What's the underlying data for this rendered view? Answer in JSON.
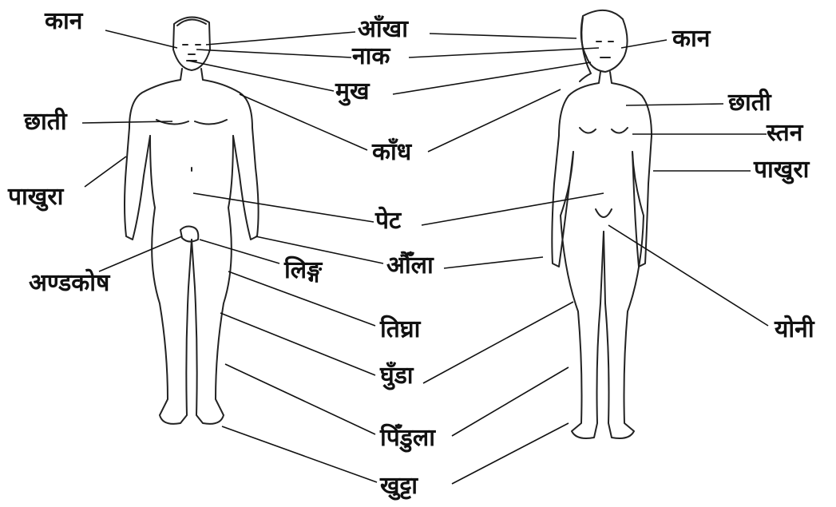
{
  "labels": {
    "male_ear": "कान",
    "eye": "आँखा",
    "female_ear": "कान",
    "nose": "नाक",
    "mouth": "मुख",
    "male_chest": "छाती",
    "female_chest": "छाती",
    "breast": "स्तन",
    "shoulder": "काँध",
    "male_arm": "पाखुरा",
    "female_arm": "पाखुरा",
    "belly": "पेट",
    "finger": "औँला",
    "penis": "लिङ्ग",
    "scrotum": "अण्डकोष",
    "vagina": "योनी",
    "thigh": "तिघ्रा",
    "knee": "घुँडा",
    "calf": "पिँडुला",
    "foot": "खुट्टा"
  },
  "colors": {
    "ink": "#111111",
    "background": "#ffffff"
  }
}
